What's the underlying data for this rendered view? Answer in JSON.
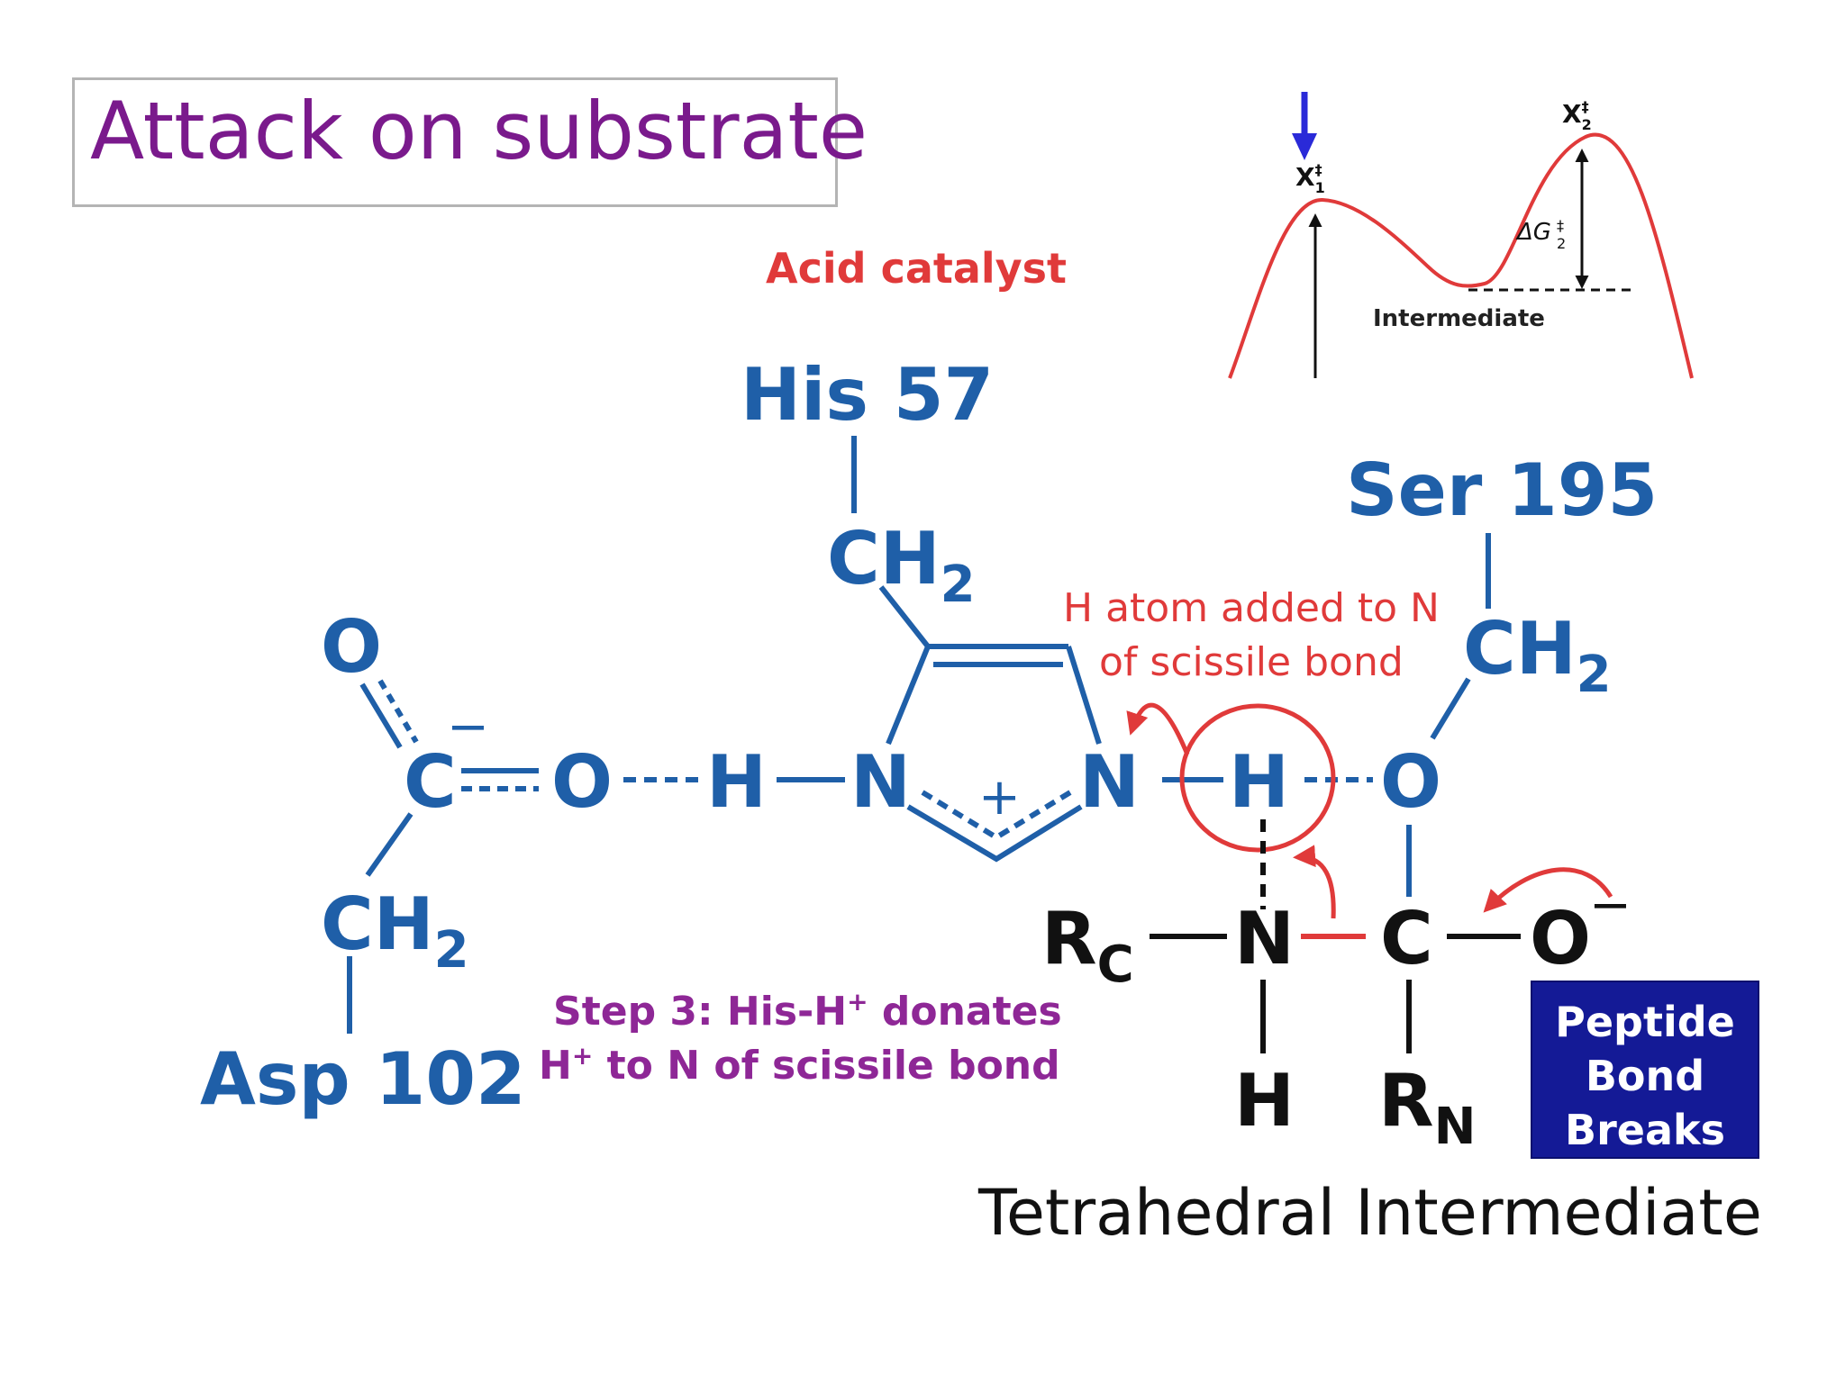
{
  "title": "Attack on substrate",
  "caption": "Tetrahedral Intermediate",
  "energy_diagram": {
    "ts1": "X",
    "ts1_sup": "‡",
    "ts1_sub": "1",
    "ts2": "X",
    "ts2_sup": "‡",
    "ts2_sub": "2",
    "dg": "ΔG",
    "dg_sup": "‡",
    "dg_sub": "2",
    "intermediate": "Intermediate"
  },
  "labels": {
    "acid_catalyst": "Acid catalyst",
    "his": "His 57",
    "ser": "Ser 195",
    "asp": "Asp 102",
    "h_atom_line1": "H atom added to N",
    "h_atom_line2": "of scissile bond",
    "step_line1_a": "Step 3: His-H",
    "step_line1_sup": "+",
    "step_line1_b": " donates",
    "step_line2_a": "H",
    "step_line2_sup": "+",
    "step_line2_b": " to N of scissile bond"
  },
  "atoms": {
    "o": "O",
    "c": "C",
    "n": "N",
    "h": "H",
    "ch": "CH",
    "sub2": "2",
    "r": "R",
    "sub_c": "C",
    "sub_n": "N",
    "minus": "−",
    "plus": "+"
  },
  "peptide_box": [
    "Peptide",
    "Bond",
    "Breaks"
  ],
  "colors": {
    "blue": "#1f5fa8",
    "red": "#e03a3a",
    "purple": "#8e2796",
    "title_purple": "#7a1a8c",
    "navy_box": "#141a96",
    "black": "#111111",
    "arrow_blue": "#2a2ad8"
  }
}
